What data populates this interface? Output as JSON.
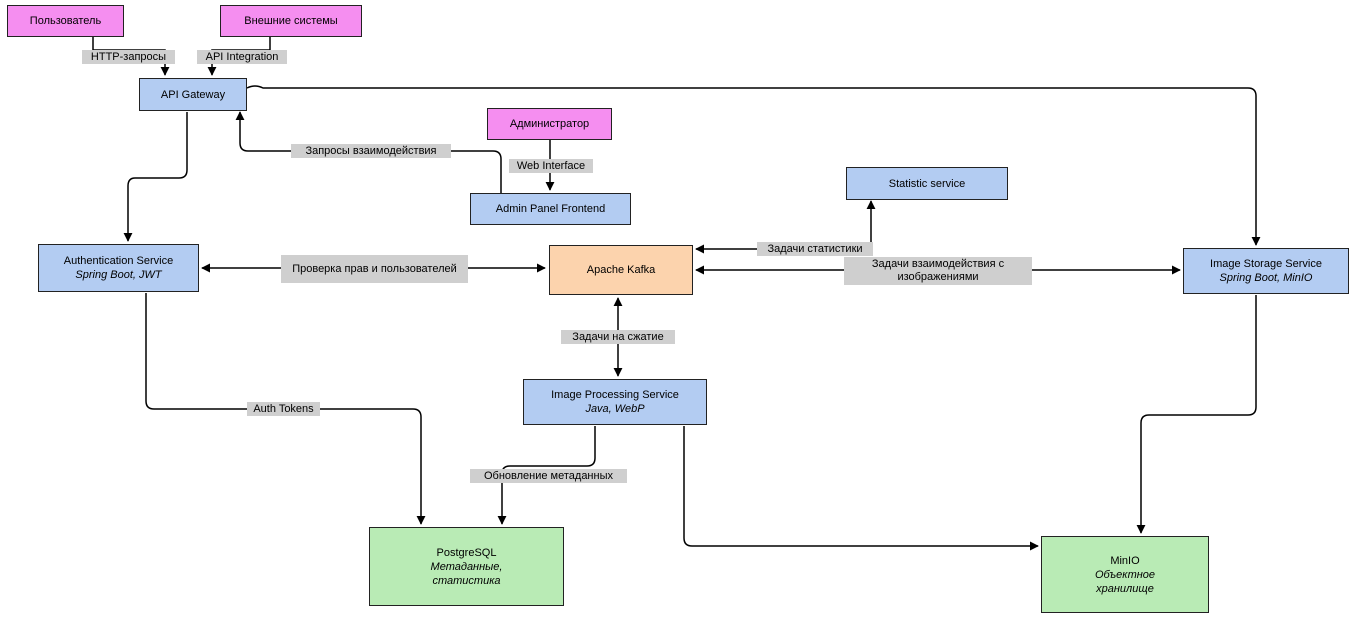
{
  "nodes": {
    "user": {
      "title": "Пользователь"
    },
    "external": {
      "title": "Внешние системы"
    },
    "gateway": {
      "title": "API Gateway"
    },
    "admin": {
      "title": "Администратор"
    },
    "admin_panel": {
      "title": "Admin Panel Frontend"
    },
    "statistic": {
      "title": "Statistic service"
    },
    "auth": {
      "title": "Authentication Service",
      "subtitle": "Spring Boot, JWT"
    },
    "kafka": {
      "title": "Apache Kafka"
    },
    "image_storage": {
      "title": "Image Storage Service",
      "subtitle": "Spring Boot, MinIO"
    },
    "image_processing": {
      "title": "Image Processing Service",
      "subtitle": "Java, WebP"
    },
    "postgres": {
      "title": "PostgreSQL",
      "subtitle": "Метаданные, статистика"
    },
    "minio": {
      "title": "MinIO",
      "subtitle": "Объектное хранилище"
    }
  },
  "edges": {
    "http": {
      "label": "HTTP-запросы"
    },
    "api_integration": {
      "label": "API Integration"
    },
    "interaction_requests": {
      "label": "Запросы взаимодействия"
    },
    "web_interface": {
      "label": "Web Interface"
    },
    "rights_check": {
      "label": "Проверка прав и пользователей"
    },
    "stats_tasks": {
      "label": "Задачи статистики"
    },
    "image_interaction": {
      "label": "Задачи взаимодействия с изображениями"
    },
    "compression_tasks": {
      "label": "Задачи на сжатие"
    },
    "auth_tokens": {
      "label": "Auth Tokens"
    },
    "metadata_update": {
      "label": "Обновление метаданных"
    }
  }
}
